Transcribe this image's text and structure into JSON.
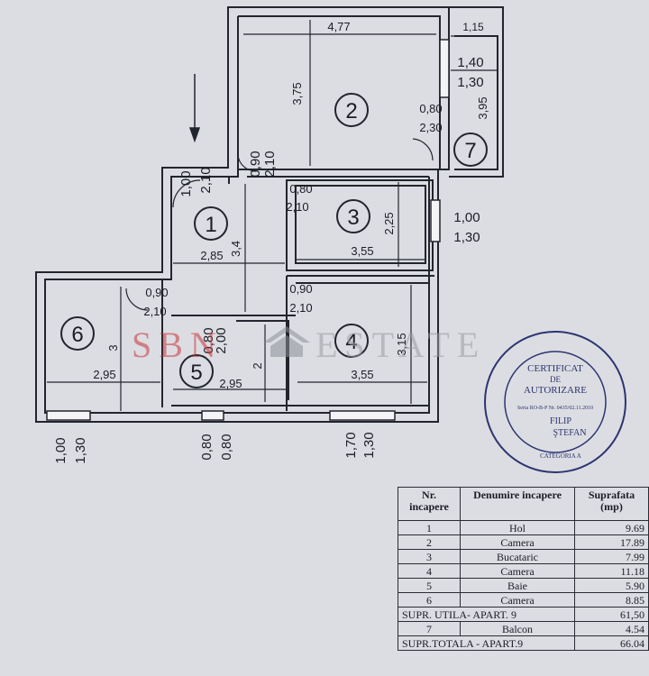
{
  "plan": {
    "watermark_left": "SBN",
    "watermark_right": "ESTATE",
    "rooms": [
      "1",
      "2",
      "3",
      "4",
      "5",
      "6",
      "7"
    ],
    "dims": {
      "r2_width": "4,77",
      "r2_height": "3,75",
      "r2_door_a": "0,80",
      "r2_door_b": "2,30",
      "balcony_w": "1,15",
      "balcony_win_a": "1,40",
      "balcony_win_b": "1,30",
      "balcony_h": "3,95",
      "entry_a": "1,00",
      "entry_b": "2,10",
      "hall_door_a": "0,90",
      "hall_door_b": "2,10",
      "r3_door_a": "0,80",
      "r3_door_b": "2,10",
      "r3_height": "2,25",
      "r3_width": "3,55",
      "r3_win_a": "1,00",
      "r3_win_b": "1,30",
      "hall_width": "2,85",
      "hall_height": "3,4",
      "r6_door_a": "0,90",
      "r6_door_b": "2,10",
      "r4_door_a": "0,90",
      "r4_door_b": "2,10",
      "r5_door_a": "0,80",
      "r5_door_b": "2,00",
      "r6_height": "3",
      "r6_width": "2,95",
      "r5_height": "2",
      "r5_width": "2,95",
      "r4_height": "3,15",
      "r4_width": "3,55",
      "win6_a": "1,00",
      "win6_b": "1,30",
      "win5_a": "0,80",
      "win5_b": "0,80",
      "win4_a": "1,70",
      "win4_b": "1,30"
    }
  },
  "stamp": {
    "line1": "CERTIFICAT",
    "line2": "DE",
    "line3": "AUTORIZARE",
    "serial": "Seria RO-B-P Nr. 0435/02.11.2010",
    "name1": "FILIP",
    "name2": "ŞTEFAN",
    "category": "CATEGORIA A"
  },
  "table": {
    "headers": [
      "Nr. incapere",
      "Denumire incapere",
      "Suprafata (mp)"
    ],
    "rows": [
      {
        "nr": "1",
        "name": "Hol",
        "area": "9.69"
      },
      {
        "nr": "2",
        "name": "Camera",
        "area": "17.89"
      },
      {
        "nr": "3",
        "name": "Bucataric",
        "area": "7.99"
      },
      {
        "nr": "4",
        "name": "Camera",
        "area": "11.18"
      },
      {
        "nr": "5",
        "name": "Baie",
        "area": "5.90"
      },
      {
        "nr": "6",
        "name": "Camera",
        "area": "8.85"
      }
    ],
    "supr_utila_label": "SUPR. UTILA- APART. 9",
    "supr_utila_value": "61,50",
    "balcony": {
      "nr": "7",
      "name": "Balcon",
      "area": "4.54"
    },
    "supr_totala_label": "SUPR.TOTALA - APART.9",
    "supr_totala_value": "66.04"
  }
}
